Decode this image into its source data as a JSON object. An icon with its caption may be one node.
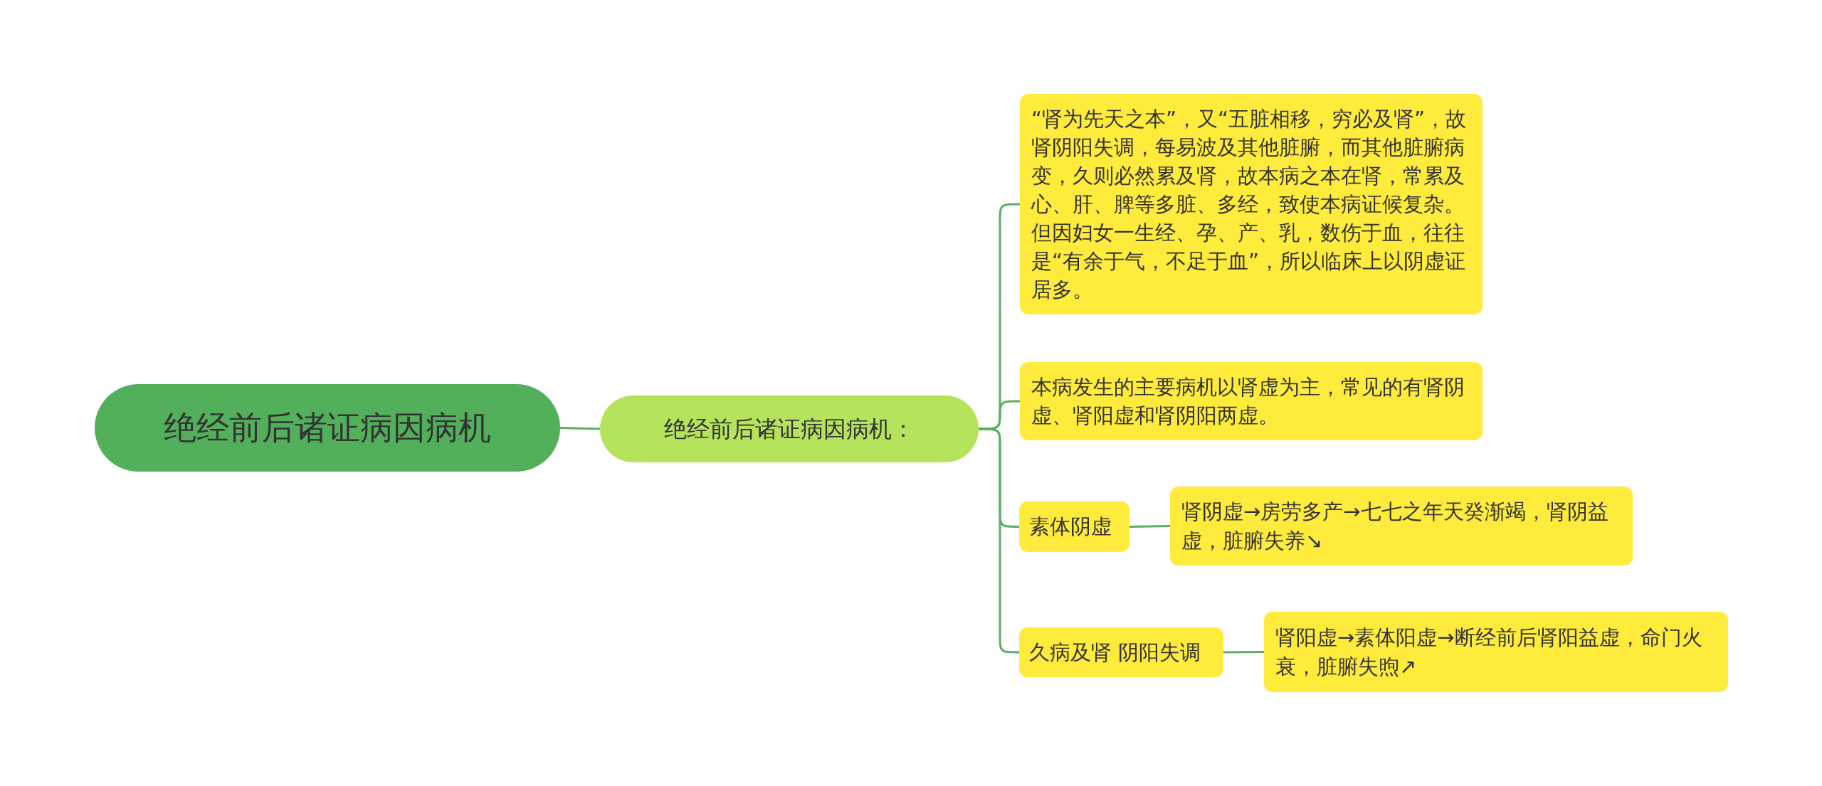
{
  "diagram": {
    "nodes": [
      {
        "text": [
          "绝经前后诸证病因病机"
        ]
      },
      {
        "text": [
          "绝经前后诸证病因病机："
        ]
      },
      {
        "text": [
          "“肾为先天之本”，又“五脏相移，穷必及肾”，故肾阴阳失调，每易波及其他脏腑，而其他脏腑病变，久则必然累及肾，故本病之本在肾，常累及心、肝、脾等多脏、多经，致使本病证候复杂。但因妇女一生经、孕、产、乳，数伤于血，往往是“有余于气，不足于血”，所以临床上以阴虚证居多。"
        ]
      },
      {
        "text": [
          "本病发生的主要病机以肾虚为主，常见的有肾阴虚、肾阳虚和肾阴阳两虚。"
        ]
      },
      {
        "text": [
          "素体阴虚"
        ]
      },
      {
        "text": [
          "肾阴虚→房劳多产→七七之年天癸渐竭，肾阴益虚，脏腑失养↘"
        ]
      },
      {
        "text": [
          "久病及肾 阴阳失调"
        ]
      },
      {
        "text": [
          "肾阳虚→素体阳虚→断经前后肾阳益虚，命门火衰，脏腑失煦↗"
        ]
      }
    ],
    "edges": [
      {
        "from": 0,
        "to": 1,
        "arrow": "none"
      },
      {
        "from": 1,
        "to": 2,
        "arrow": "none"
      },
      {
        "from": 1,
        "to": 3,
        "arrow": "none"
      },
      {
        "from": 1,
        "to": 4,
        "arrow": "none"
      },
      {
        "from": 1,
        "to": 6,
        "arrow": "none"
      },
      {
        "from": 4,
        "to": 5,
        "arrow": "none"
      },
      {
        "from": 6,
        "to": 7,
        "arrow": "none"
      }
    ]
  }
}
